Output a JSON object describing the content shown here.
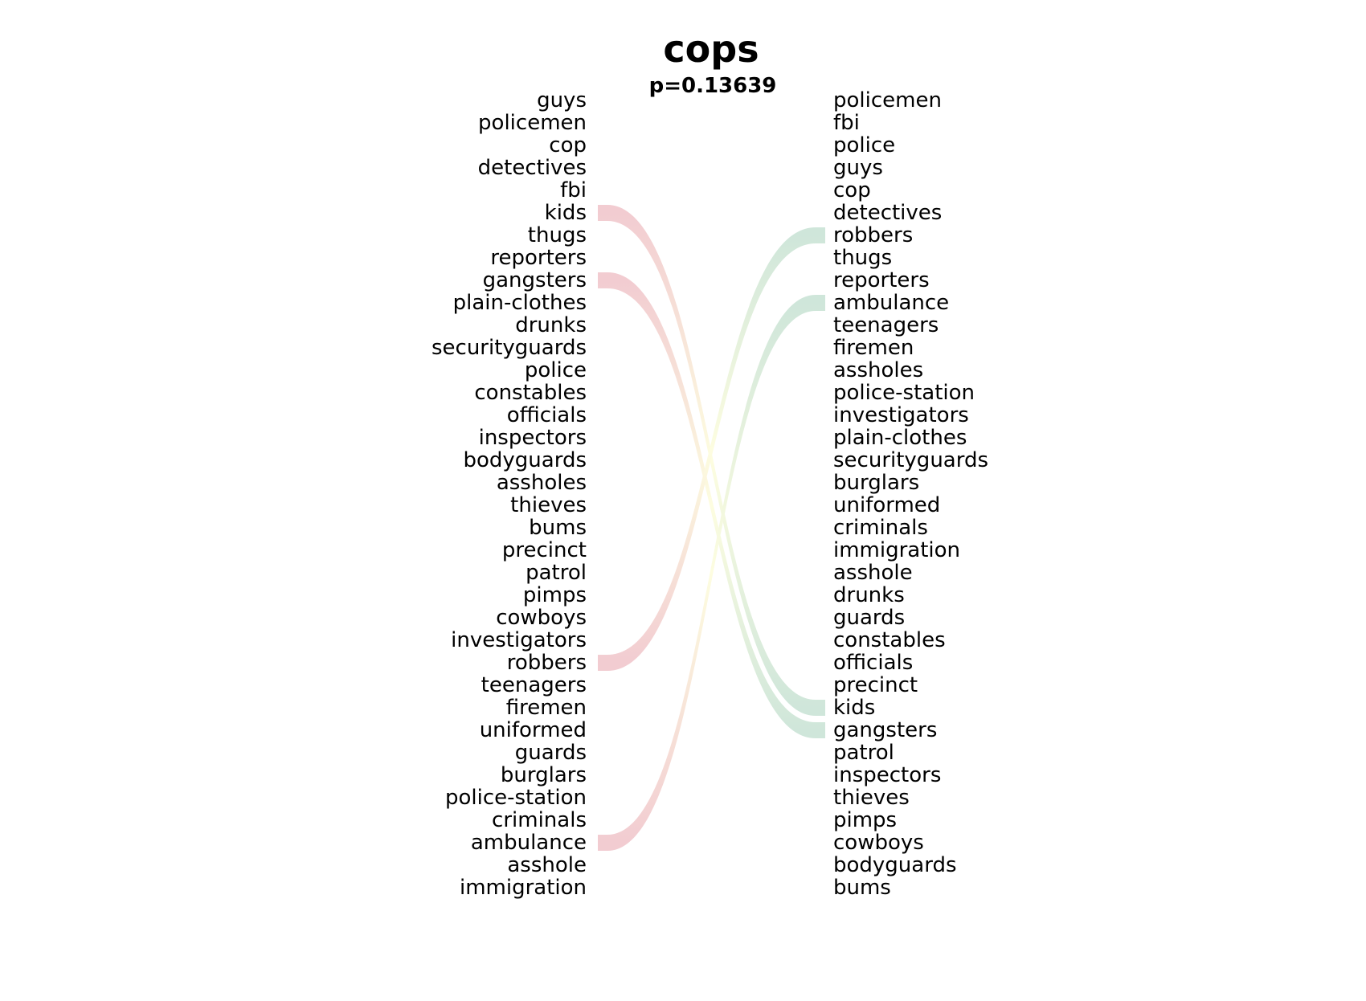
{
  "chart_data": {
    "type": "bump",
    "title": "cops",
    "subtitle": "p=0.13639",
    "left_ranking": [
      "guys",
      "policemen",
      "cop",
      "detectives",
      "fbi",
      "kids",
      "thugs",
      "reporters",
      "gangsters",
      "plain-clothes",
      "drunks",
      "securityguards",
      "police",
      "constables",
      "officials",
      "inspectors",
      "bodyguards",
      "assholes",
      "thieves",
      "bums",
      "precinct",
      "patrol",
      "pimps",
      "cowboys",
      "investigators",
      "robbers",
      "teenagers",
      "firemen",
      "uniformed",
      "guards",
      "burglars",
      "police-station",
      "criminals",
      "ambulance",
      "asshole",
      "immigration"
    ],
    "right_ranking": [
      "policemen",
      "fbi",
      "police",
      "guys",
      "cop",
      "detectives",
      "robbers",
      "thugs",
      "reporters",
      "ambulance",
      "teenagers",
      "firemen",
      "assholes",
      "police-station",
      "investigators",
      "plain-clothes",
      "securityguards",
      "burglars",
      "uniformed",
      "criminals",
      "immigration",
      "asshole",
      "drunks",
      "guards",
      "constables",
      "officials",
      "precinct",
      "kids",
      "gangsters",
      "patrol",
      "inspectors",
      "thieves",
      "pimps",
      "cowboys",
      "bodyguards",
      "bums"
    ],
    "highlighted_links": [
      {
        "word": "kids",
        "from_rank": 6,
        "to_rank": 28
      },
      {
        "word": "gangsters",
        "from_rank": 9,
        "to_rank": 29
      },
      {
        "word": "robbers",
        "from_rank": 26,
        "to_rank": 7
      },
      {
        "word": "ambulance",
        "from_rank": 34,
        "to_rank": 10
      }
    ],
    "colors": {
      "text": "#000000",
      "rank_drop_start": "#f2ccd1",
      "rank_rise_end": "#cfe6da",
      "middle": "#fdfde0"
    }
  }
}
